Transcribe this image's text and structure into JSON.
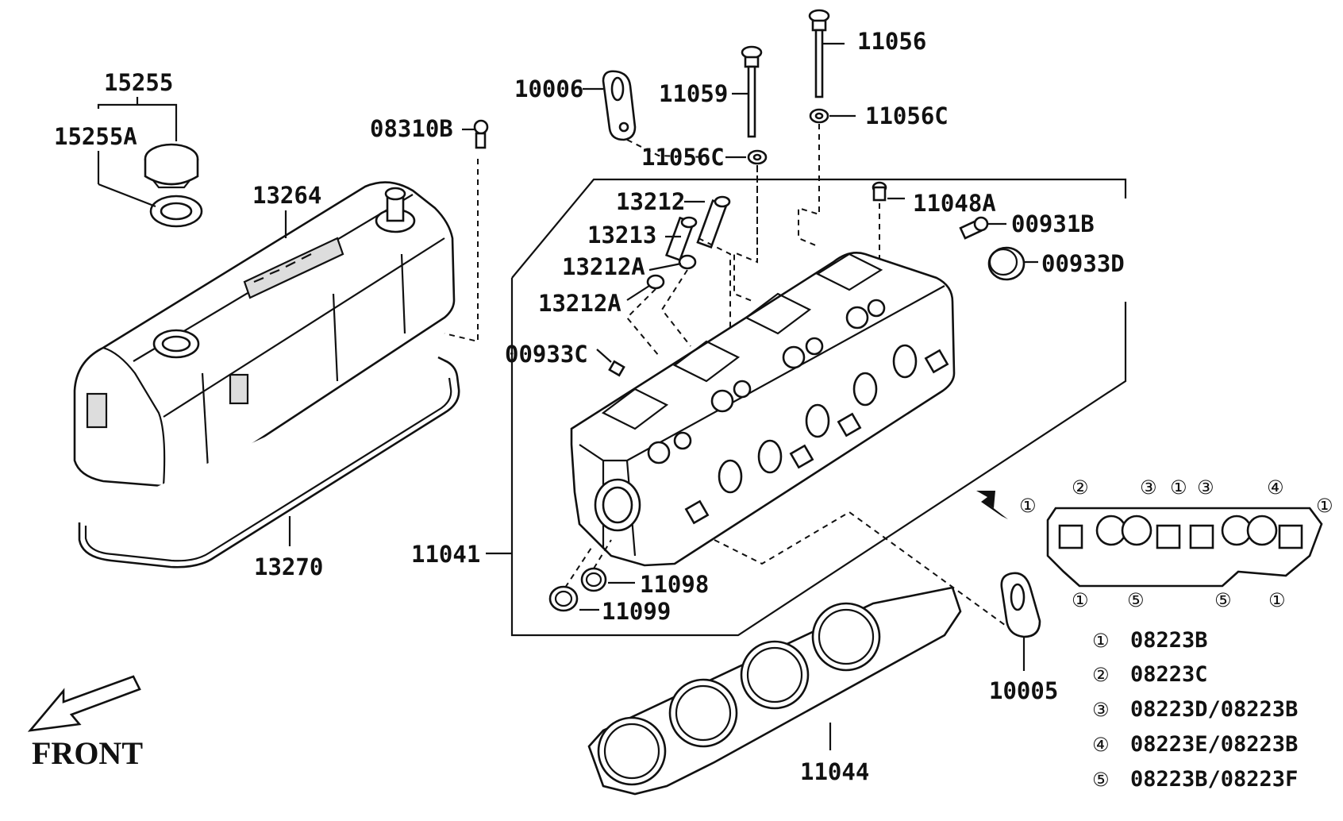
{
  "labels": {
    "p15255": "15255",
    "p15255A": "15255A",
    "p13264": "13264",
    "p13270": "13270",
    "p08310B": "08310B",
    "p10006": "10006",
    "p11059": "11059",
    "p11056": "11056",
    "p11056C_top": "11056C",
    "p11056C_mid": "11056C",
    "p13212": "13212",
    "p13213": "13213",
    "p13212A_1": "13212A",
    "p13212A_2": "13212A",
    "p11048A": "11048A",
    "p00931B": "00931B",
    "p00933D": "00933D",
    "p00933C": "00933C",
    "p11041": "11041",
    "p11098": "11098",
    "p11099": "11099",
    "p11044": "11044",
    "p10005": "10005"
  },
  "front_label": "FRONT",
  "gasket_markers": {
    "top": [
      "①",
      "②",
      "③",
      "①",
      "③",
      "④",
      "①"
    ],
    "bottom": [
      "①",
      "⑤",
      "⑤",
      "①"
    ]
  },
  "legend": [
    {
      "mark": "①",
      "text": "08223B"
    },
    {
      "mark": "②",
      "text": "08223C"
    },
    {
      "mark": "③",
      "text": "08223D/08223B"
    },
    {
      "mark": "④",
      "text": "08223E/08223B"
    },
    {
      "mark": "⑤",
      "text": "08223B/08223F"
    }
  ]
}
